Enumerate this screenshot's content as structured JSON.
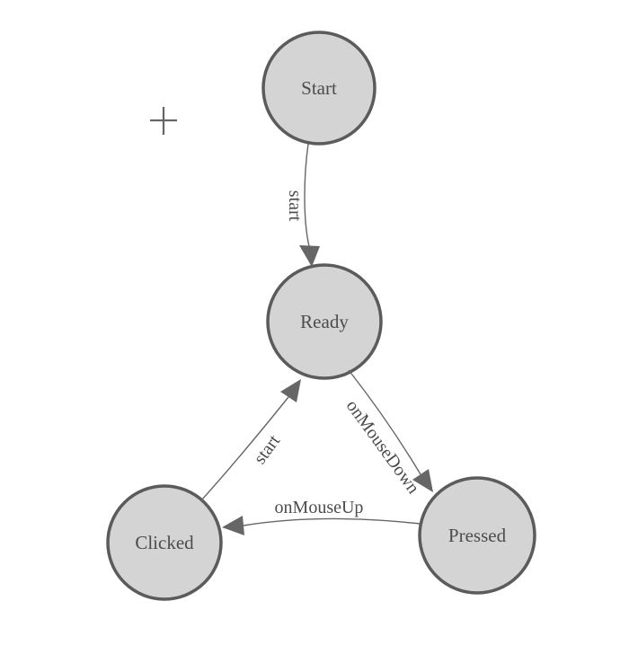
{
  "palette": {
    "background": "#ffffff",
    "node_fill": "#d4d4d4",
    "node_stroke": "#5b5b5b",
    "edge_stroke": "#666666",
    "arrow_fill": "#666666",
    "label_color": "#4c4c4c"
  },
  "diagram": {
    "type": "state-diagram",
    "nodes": [
      {
        "id": "start",
        "label": "Start"
      },
      {
        "id": "ready",
        "label": "Ready"
      },
      {
        "id": "clicked",
        "label": "Clicked"
      },
      {
        "id": "pressed",
        "label": "Pressed"
      }
    ],
    "edges": [
      {
        "from": "Start",
        "to": "Ready",
        "label": "start"
      },
      {
        "from": "Ready",
        "to": "Pressed",
        "label": "onMouseDown"
      },
      {
        "from": "Pressed",
        "to": "Clicked",
        "label": "onMouseUp"
      },
      {
        "from": "Clicked",
        "to": "Ready",
        "label": "start"
      }
    ]
  },
  "cursor": {
    "type": "crosshair-plus"
  }
}
